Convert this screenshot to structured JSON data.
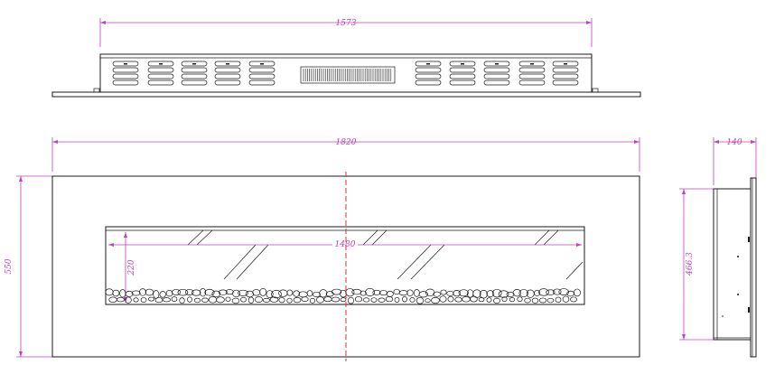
{
  "colors": {
    "dimension": "#c040c0",
    "centerline": "#e0303a",
    "outline": "#1a1a1a"
  },
  "top_view": {
    "width_label": "1573"
  },
  "front_view": {
    "width_label": "1820",
    "height_label": "550",
    "opening_width_label": "1480",
    "opening_height_label": "220"
  },
  "side_view": {
    "depth_label": "140",
    "height_label": "466.3"
  }
}
